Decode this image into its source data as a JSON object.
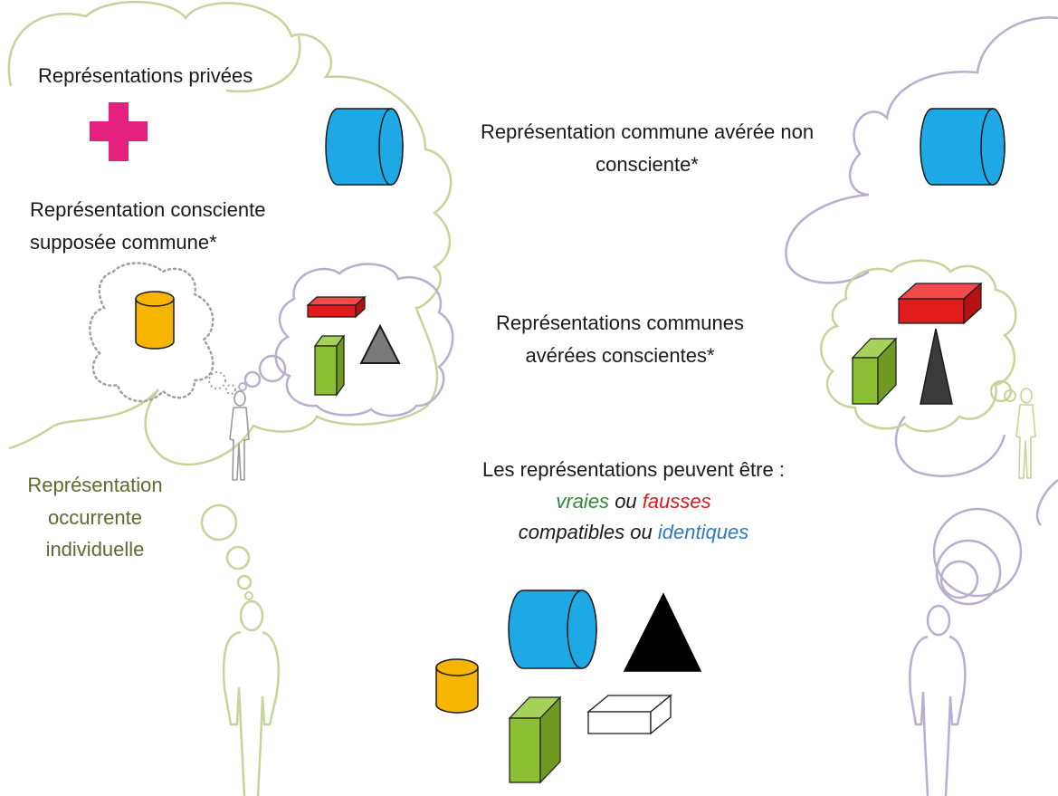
{
  "labels": {
    "private": "Représentations privées",
    "conscious_assumed_line1": "Représentation consciente",
    "conscious_assumed_line2": "supposée commune*",
    "common_nonconscious_line1": "Représentation commune avérée non",
    "common_nonconscious_line2": "consciente*",
    "common_conscious_line1": "Représentations communes",
    "common_conscious_line2": "avérées conscientes*",
    "can_be": "Les représentations peuvent être :",
    "vraies": "vraies",
    "ou1": "ou",
    "fausses": "fausses",
    "compatibles": "compatibles",
    "ou2": "ou",
    "identiques": "identiques",
    "occurrent_line1": "Représentation",
    "occurrent_line2": "occurrente",
    "occurrent_line3": "individuelle"
  },
  "colors": {
    "green_text": "#5e6b2e",
    "vraies": "#2e8b3a",
    "fausses": "#e0191d",
    "identiques": "#2f79c0",
    "cloud_green": "#c5d49a",
    "cloud_lilac": "#b9aecd",
    "blue_shape": "#1ea8e6",
    "yellow_shape": "#f7b500",
    "green_shape": "#8cc034",
    "red_shape": "#e11b1b",
    "magenta_cross": "#e6207e"
  }
}
